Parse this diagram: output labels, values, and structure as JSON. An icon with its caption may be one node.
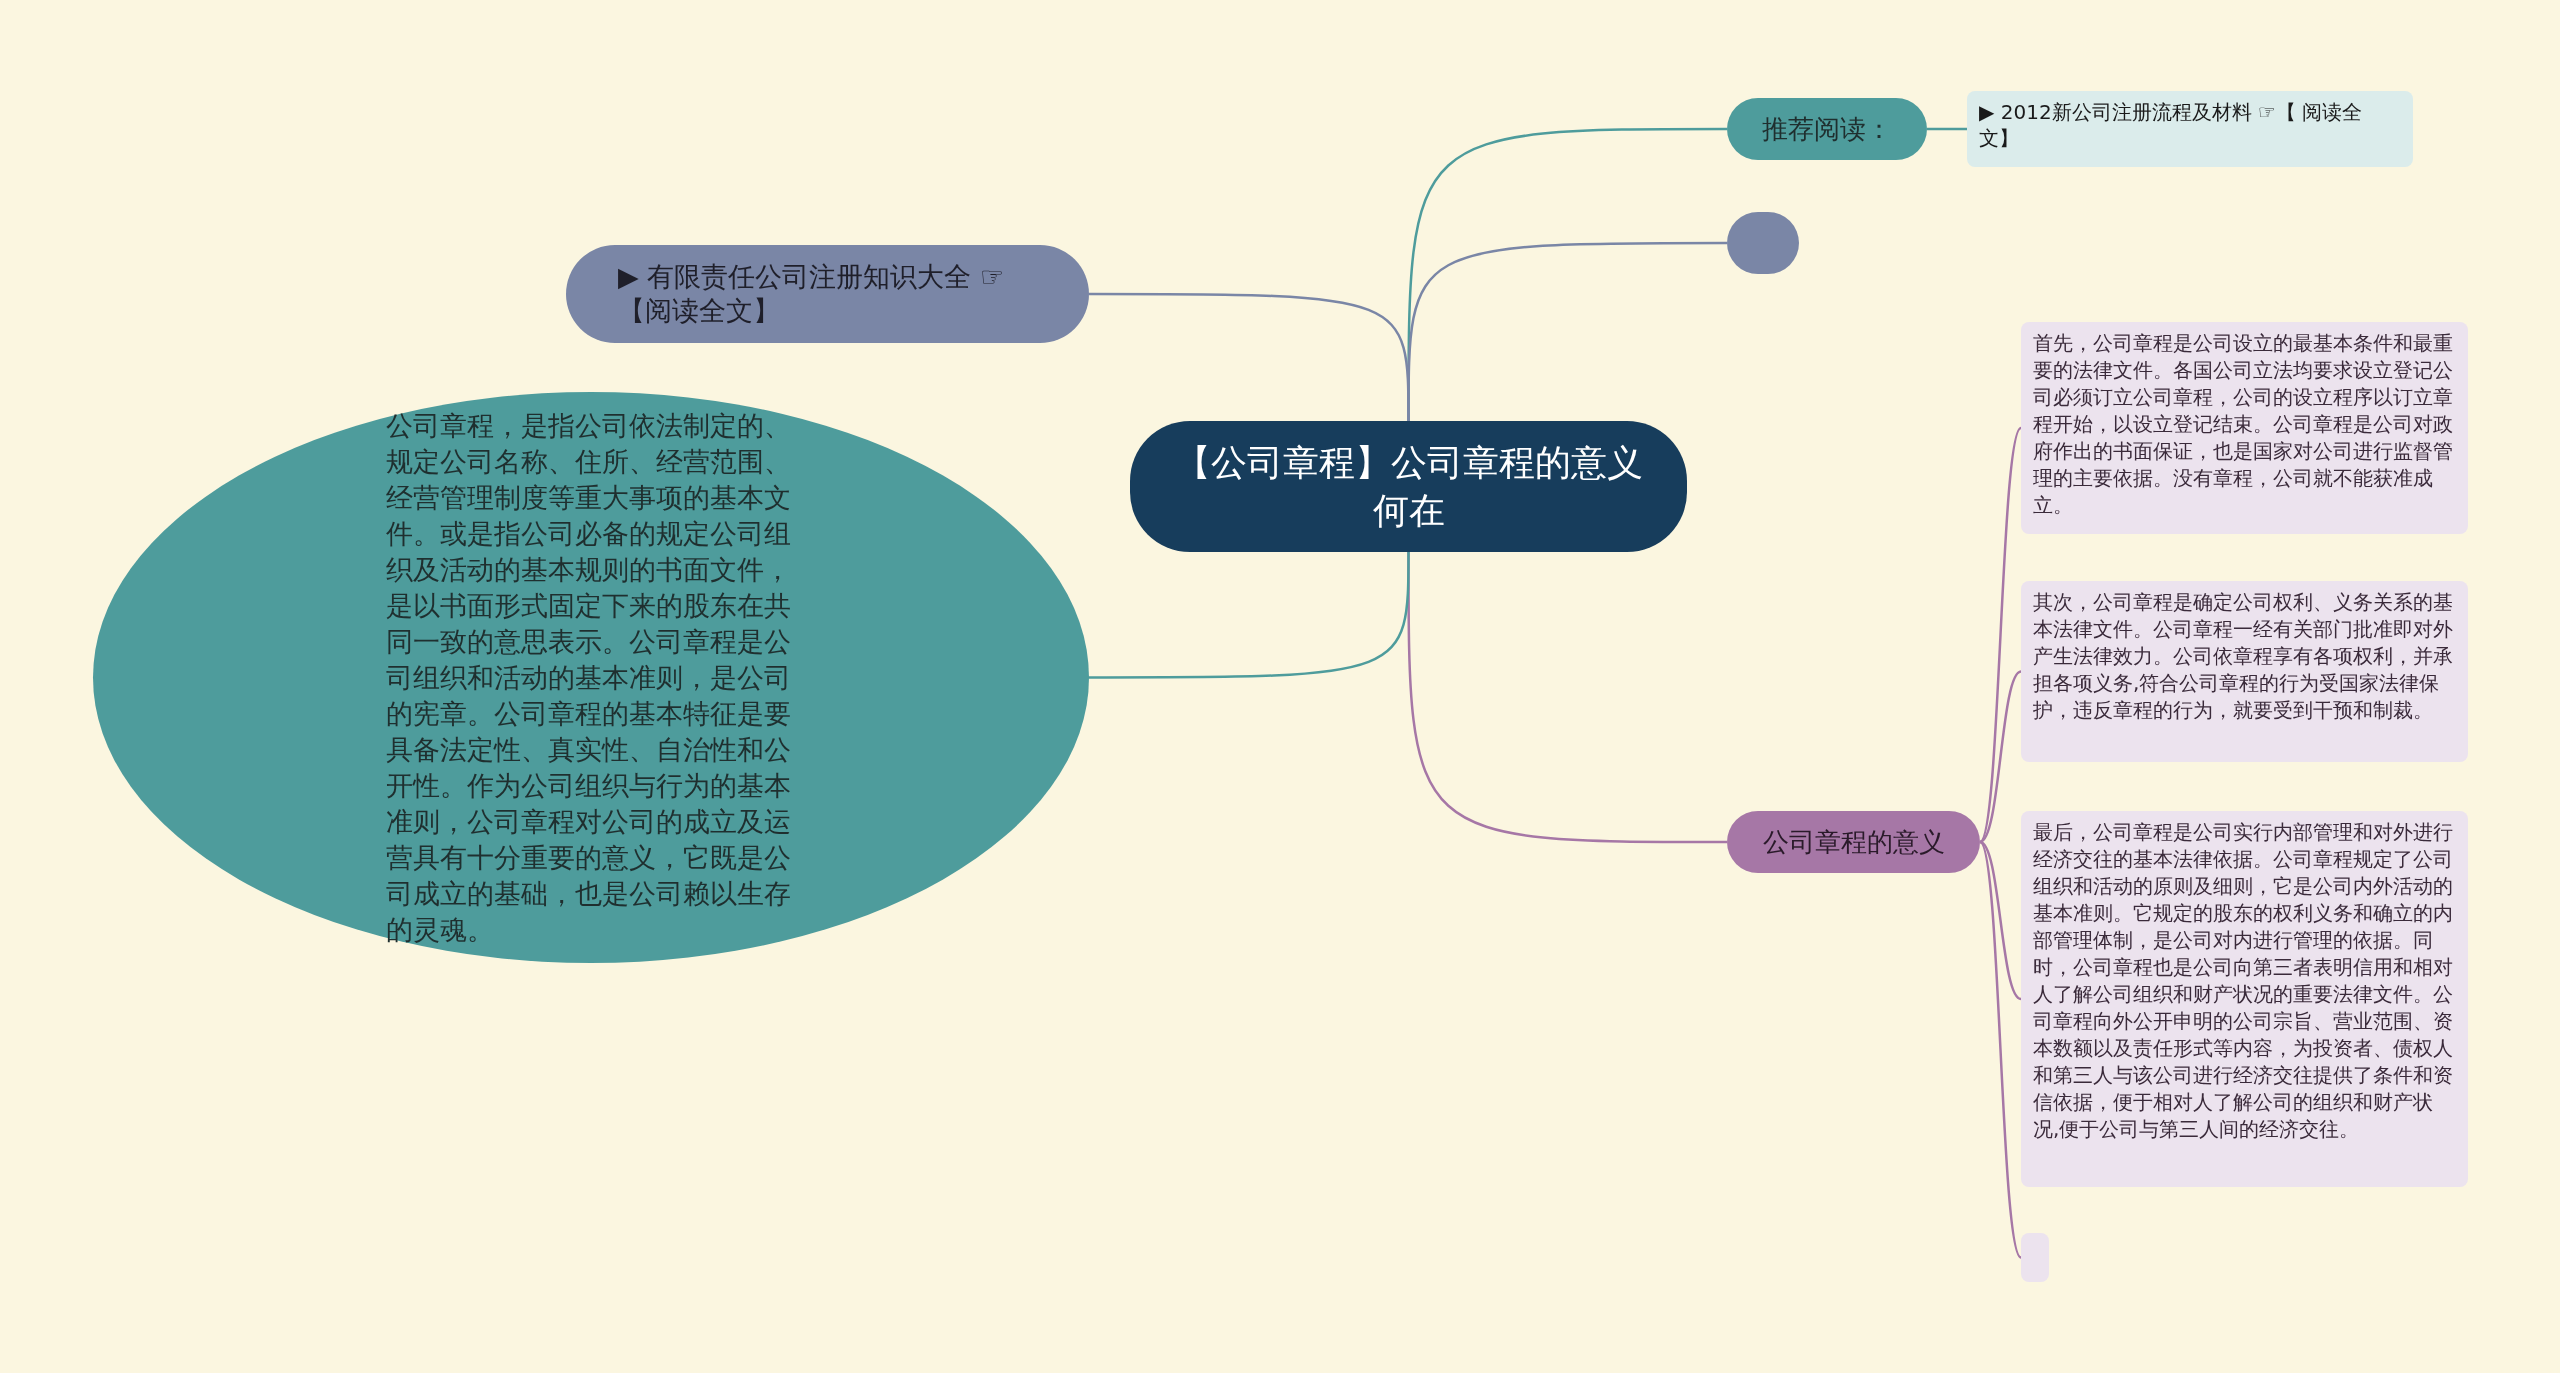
{
  "diagram": {
    "nodes": [
      {
        "text": [
          "【公司章程】公司章程的意义何在"
        ]
      },
      {
        "text": [
          "推荐阅读："
        ]
      },
      {
        "text": [
          "▶ 2012新公司注册流程及材料 ☞【 阅读全文】"
        ]
      },
      {
        "text": [],
        "shape": "circle"
      },
      {
        "text": [
          "公司章程的意义"
        ]
      },
      {
        "text": [
          "首先，公司章程是公司设立的最基本条件和最重要的法律文件。各国公司立法均要求设立登记公司必须订立公司章程，公司的设立程序以订立章程开始，以设立登记结束。公司章程是公司对政府作出的书面保证，也是国家对公司进行监督管理的主要依据。没有章程，公司就不能获准成立。"
        ]
      },
      {
        "text": [
          "其次，公司章程是确定公司权利、义务关系的基本法律文件。公司章程一经有关部门批准即对外产生法律效力。公司依章程享有各项权利，并承担各项义务,符合公司章程的行为受国家法律保护，违反章程的行为，就要受到干预和制裁。"
        ]
      },
      {
        "text": [
          "最后，公司章程是公司实行内部管理和对外进行经济交往的基本法律依据。公司章程规定了公司组织和活动的原则及细则，它是公司内外活动的基本准则。它规定的股东的权利义务和确立的内部管理体制，是公司对内进行管理的依据。同时，公司章程也是公司向第三者表明信用和相对人了解公司组织和财产状况的重要法律文件。公司章程向外公开申明的公司宗旨、营业范围、资本数额以及责任形式等内容，为投资者、债权人和第三人与该公司进行经济交往提供了条件和资信依据，便于相对人了解公司的组织和财产状况,便于公司与第三人间的经济交往。"
        ]
      },
      {
        "text": [],
        "shape": "box"
      },
      {
        "text": [
          "▶ 有限责任公司注册知识大全 ☞【阅读全文】"
        ]
      },
      {
        "text": [
          "公司章程，是指公司依法制定的、规定公司名称、住所、经营范围、经营管理制度等重大事项的基本文件。或是指公司必备的规定公司组织及活动的基本规则的书面文件，是以书面形式固定下来的股东在共同一致的意思表示。公司章程是公司组织和活动的基本准则，是公司的宪章。公司章程的基本特征是要具备法定性、真实性、自治性和公开性。作为公司组织与行为的基本准则，公司章程对公司的成立及运营具有十分重要的意义，它既是公司成立的基础，也是公司赖以生存的灵魂。"
        ]
      }
    ],
    "edges": [
      {
        "from": 0,
        "to": 1,
        "arrow": "none",
        "color": "#4e9c9c"
      },
      {
        "from": 0,
        "to": 3,
        "arrow": "none",
        "color": "#7a86a6"
      },
      {
        "from": 0,
        "to": 4,
        "arrow": "none"
      },
      {
        "from": 0,
        "to": 9,
        "arrow": "none",
        "color": "#7a86a6"
      },
      {
        "from": 0,
        "to": 10,
        "arrow": "none",
        "color": "#4e9c9c"
      },
      {
        "from": 1,
        "to": 2,
        "arrow": "none",
        "color": "#4e9c9c"
      },
      {
        "from": 4,
        "to": 5,
        "arrow": "none"
      },
      {
        "from": 4,
        "to": 6,
        "arrow": "none"
      },
      {
        "from": 4,
        "to": 7,
        "arrow": "none"
      },
      {
        "from": 4,
        "to": 8,
        "arrow": "none"
      }
    ]
  }
}
